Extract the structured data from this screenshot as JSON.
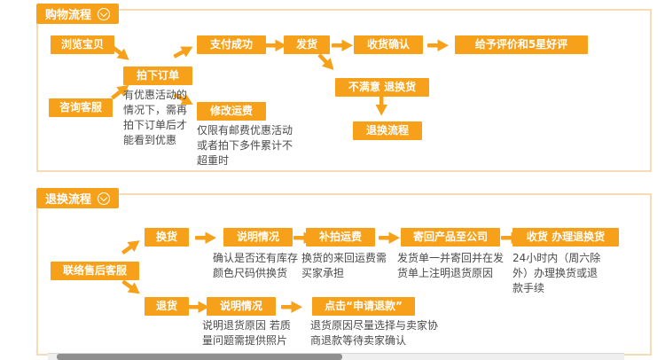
{
  "colors": {
    "accent": "#F7A11B",
    "panel_border": "#F5DCB4",
    "note_text": "#4A4A4A"
  },
  "panels": {
    "shopping": {
      "title": "购物流程",
      "nodes": {
        "browse": {
          "label": "浏览宝贝"
        },
        "consult": {
          "label": "咨询客服"
        },
        "order": {
          "label": "拍下订单",
          "note": "有优惠活动的情况下，需再拍下订单后才能看到优惠"
        },
        "pay": {
          "label": "支付成功"
        },
        "modify_shipping": {
          "label": "修改运费",
          "note": "仅限有邮费优惠活动或者拍下多件累计不超重时"
        },
        "ship": {
          "label": "发货"
        },
        "confirm_receipt": {
          "label": "收货确认"
        },
        "review": {
          "label": "给予评价和5星好评"
        },
        "unsatisfied": {
          "label": "不满意 退换货"
        },
        "return_flow": {
          "label": "退换流程"
        }
      }
    },
    "returns": {
      "title": "退换流程",
      "nodes": {
        "contact": {
          "label": "联络售后客服"
        },
        "exchange": {
          "label": "换货"
        },
        "explain_exchange": {
          "label": "说明情况",
          "note": "确认是否还有库存 颜色尺码供换货"
        },
        "extra_shipping": {
          "label": "补拍运费",
          "note": "换货的来回运费需 买家承担"
        },
        "send_back": {
          "label": "寄回产品至公司",
          "note": "发货单一并寄回并在发货单上注明退货原因"
        },
        "receive_process": {
          "label": "收货 办理退换货",
          "note": "24小时内（周六除外）办理换货或退款手续"
        },
        "return": {
          "label": "退货"
        },
        "explain_return": {
          "label": "说明情况",
          "note": "说明退货原因 若质量问题需提供照片"
        },
        "apply_refund": {
          "label": "点击“申请退款”",
          "note": "退货原因尽量选择与卖家协商退款等待卖家确认"
        }
      }
    }
  }
}
